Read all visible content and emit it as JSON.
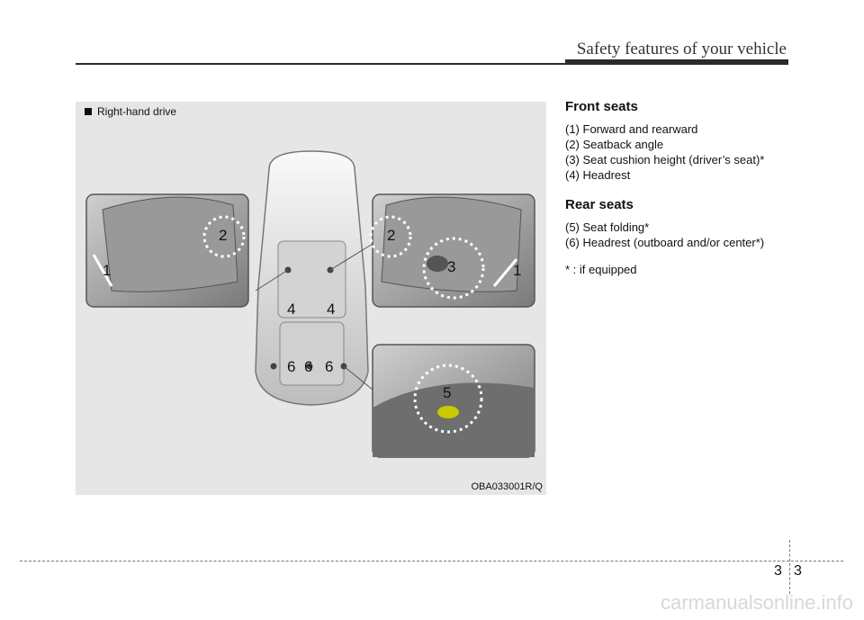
{
  "header": {
    "title": "Safety features of your vehicle"
  },
  "figure": {
    "caption": "Right-hand drive",
    "code": "OBA033001R/Q",
    "callouts": [
      "1",
      "2",
      "1",
      "2",
      "3",
      "4",
      "4",
      "5",
      "6",
      "6",
      "6"
    ]
  },
  "content": {
    "front_heading": "Front seats",
    "front_items": [
      "(1) Forward and rearward",
      "(2) Seatback angle",
      "(3) Seat cushion height (driver’s seat)*",
      "(4) Headrest"
    ],
    "rear_heading": "Rear seats",
    "rear_items": [
      "(5) Seat folding*",
      "(6) Headrest (outboard and/or center*)"
    ],
    "note": "* : if equipped"
  },
  "footer": {
    "page_left": "3",
    "page_right": "3",
    "watermark": "carmanualsonline.info"
  }
}
